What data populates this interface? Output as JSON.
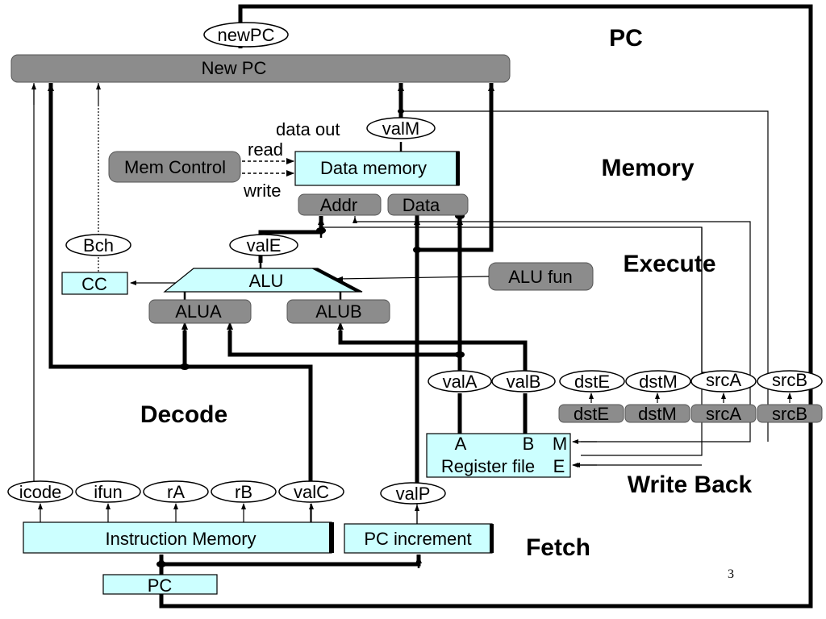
{
  "stages": {
    "pc": "PC",
    "memory": "Memory",
    "execute": "Execute",
    "decode": "Decode",
    "write_back": "Write Back",
    "fetch": "Fetch"
  },
  "blocks": {
    "new_pc": "New PC",
    "mem_control": "Mem Control",
    "data_memory": "Data memory",
    "addr": "Addr",
    "data": "Data",
    "cc": "CC",
    "alu": "ALU",
    "alu_fun": "ALU fun",
    "alua": "ALUA",
    "alub": "ALUB",
    "register_file": "Register file",
    "reg_port_a": "A",
    "reg_port_b": "B",
    "reg_port_m": "M",
    "reg_port_e": "E",
    "instruction_memory": "Instruction Memory",
    "pc_increment": "PC increment",
    "pc": "PC",
    "dstE_box": "dstE",
    "dstM_box": "dstM",
    "srcA_box": "srcA",
    "srcB_box": "srcB"
  },
  "signals": {
    "newPC": "newPC",
    "valM": "valM",
    "valE": "valE",
    "Bch": "Bch",
    "valA": "valA",
    "valB": "valB",
    "dstE": "dstE",
    "dstM": "dstM",
    "srcA": "srcA",
    "srcB": "srcB",
    "icode": "icode",
    "ifun": "ifun",
    "rA": "rA",
    "rB": "rB",
    "valC": "valC",
    "valP": "valP"
  },
  "labels": {
    "data_out": "data out",
    "read": "read",
    "write": "write"
  },
  "page_number": "3"
}
